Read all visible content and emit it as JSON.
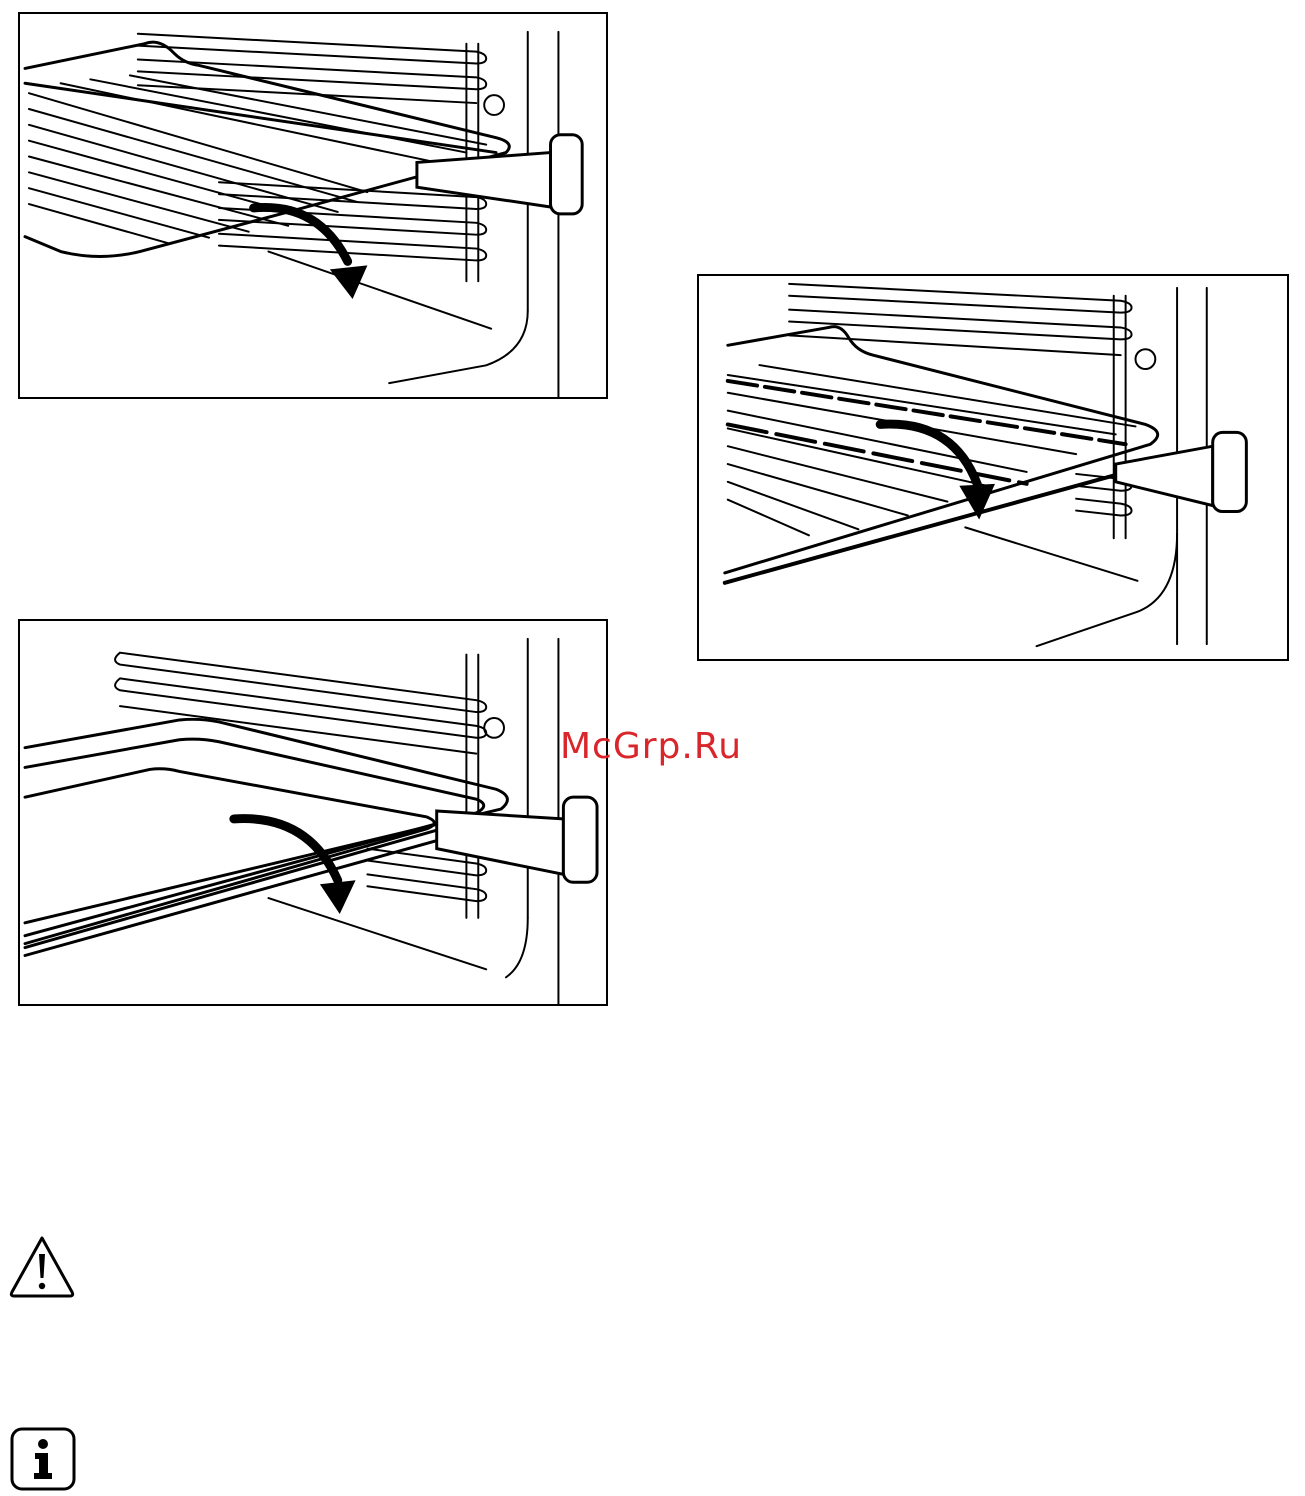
{
  "watermark": {
    "text": "McGrp.Ru",
    "color": "#d9262b"
  },
  "figures": [
    {
      "id": "fig1",
      "icon": "oven-wire-shelf-insert-illustration"
    },
    {
      "id": "fig2",
      "icon": "oven-wire-shelf-on-telescopic-runner-illustration"
    },
    {
      "id": "fig3",
      "icon": "oven-baking-tray-insert-illustration"
    }
  ],
  "icons": {
    "warning": "warning-triangle-icon",
    "info": "info-icon"
  }
}
